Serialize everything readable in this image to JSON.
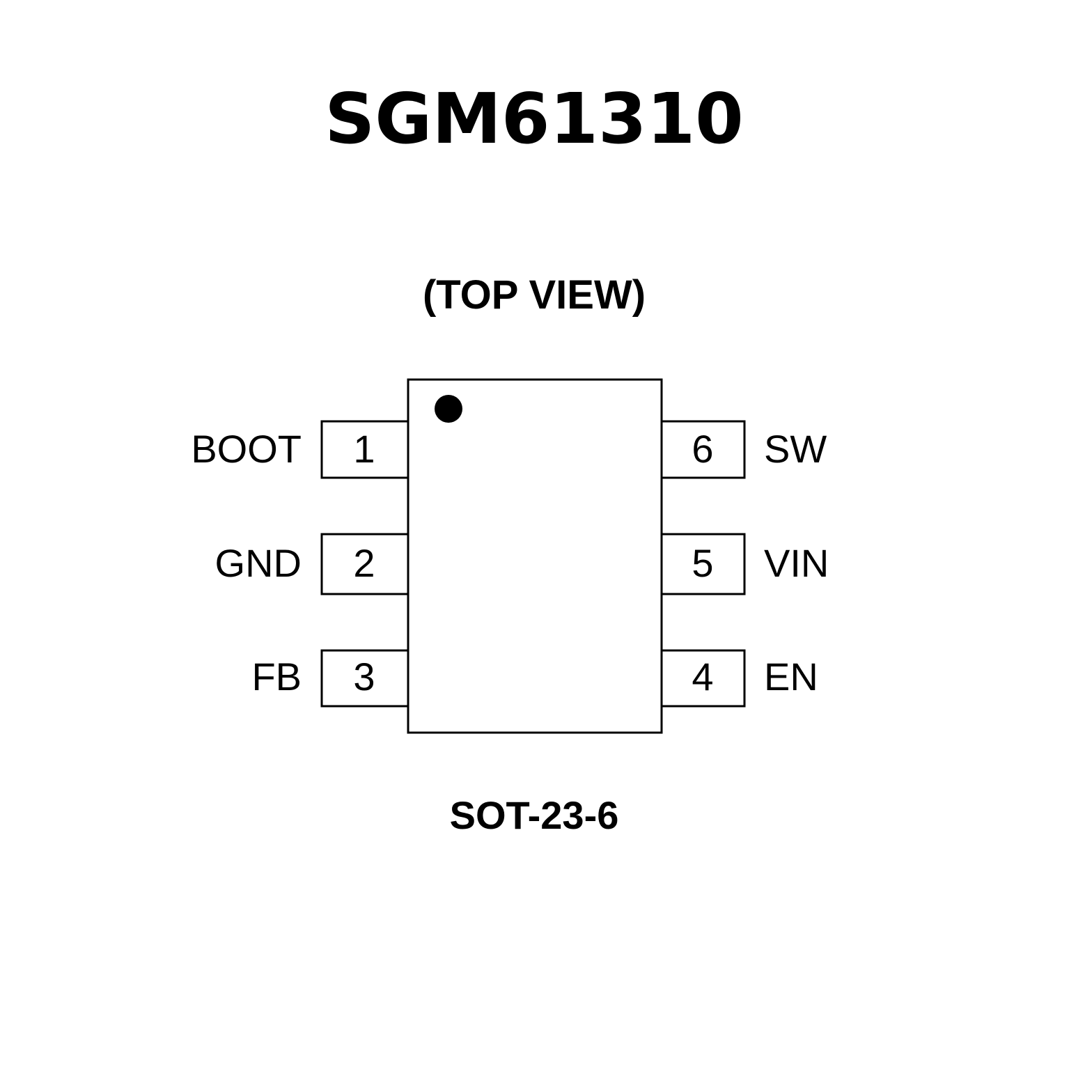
{
  "title": "SGM61310",
  "view_label": "(TOP VIEW)",
  "package": "SOT-23-6",
  "pins": {
    "p1": {
      "number": "1",
      "name": "BOOT"
    },
    "p2": {
      "number": "2",
      "name": "GND"
    },
    "p3": {
      "number": "3",
      "name": "FB"
    },
    "p4": {
      "number": "4",
      "name": "EN"
    },
    "p5": {
      "number": "5",
      "name": "VIN"
    },
    "p6": {
      "number": "6",
      "name": "SW"
    }
  }
}
